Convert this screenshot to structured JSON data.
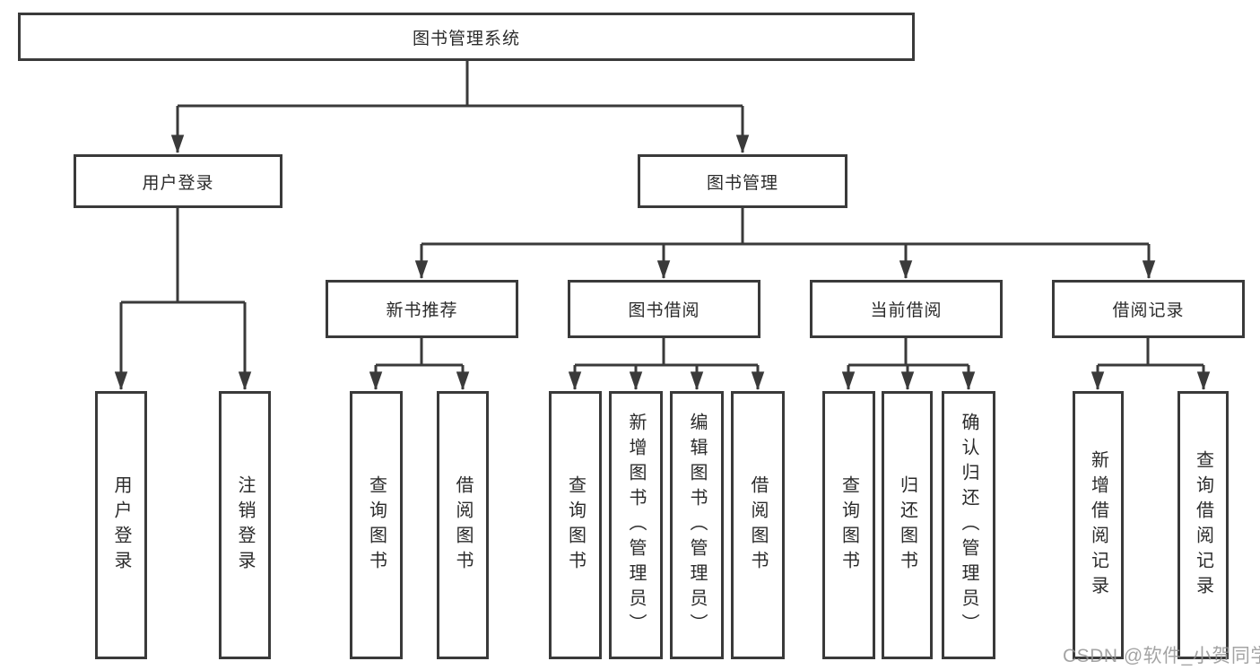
{
  "colors": {
    "line": "#3a3a3a",
    "box_border": "#3a3a3a",
    "text": "#2b2b2b",
    "watermark": "#949494",
    "background": "#ffffff"
  },
  "watermark": "CSDN @软件_小贺同学",
  "tree": {
    "label": "图书管理系统",
    "children": [
      {
        "label": "用户登录",
        "children": [
          {
            "label": "用户登录"
          },
          {
            "label": "注销登录"
          }
        ]
      },
      {
        "label": "图书管理",
        "children": [
          {
            "label": "新书推荐",
            "children": [
              {
                "label": "查询图书"
              },
              {
                "label": "借阅图书"
              }
            ]
          },
          {
            "label": "图书借阅",
            "children": [
              {
                "label": "查询图书"
              },
              {
                "label": "新增图书（管理员）"
              },
              {
                "label": "编辑图书（管理员）"
              },
              {
                "label": "借阅图书"
              }
            ]
          },
          {
            "label": "当前借阅",
            "children": [
              {
                "label": "查询图书"
              },
              {
                "label": "归还图书"
              },
              {
                "label": "确认归还（管理员）"
              }
            ]
          },
          {
            "label": "借阅记录",
            "children": [
              {
                "label": "新增借阅记录"
              },
              {
                "label": "查询借阅记录"
              }
            ]
          }
        ]
      }
    ]
  }
}
